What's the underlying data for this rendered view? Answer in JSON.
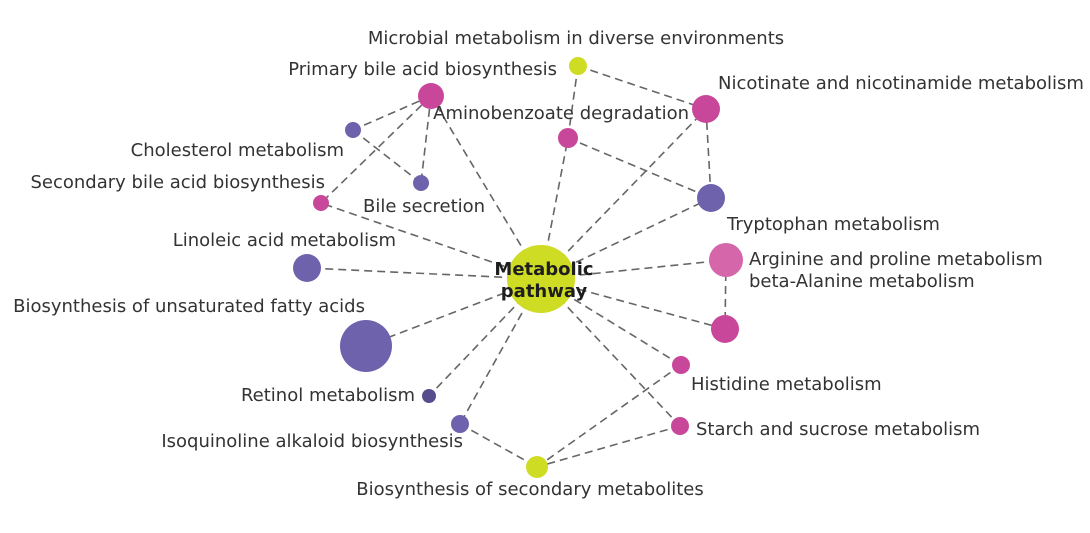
{
  "colors": {
    "yellow": "#cfdc24",
    "magenta": "#c9479b",
    "pink": "#d566aa",
    "purple": "#6e62ad",
    "darkpurple": "#574c8e",
    "edge": "#666666"
  },
  "center": {
    "id": "center",
    "label_lines": [
      "Metabolic",
      "pathway"
    ],
    "color": "yellow"
  },
  "nodes": [
    {
      "id": "microbial",
      "label": "Microbial metabolism in diverse environments",
      "color": "yellow"
    },
    {
      "id": "primary_bile",
      "label": "Primary bile acid biosynthesis",
      "color": "magenta"
    },
    {
      "id": "nicotinate",
      "label": "Nicotinate and nicotinamide metabolism",
      "color": "magenta"
    },
    {
      "id": "aminobenzoate",
      "label": "Aminobenzoate degradation",
      "color": "magenta"
    },
    {
      "id": "cholesterol",
      "label": "Cholesterol metabolism",
      "color": "purple"
    },
    {
      "id": "secondary_bile",
      "label": "Secondary bile acid biosynthesis",
      "color": "magenta"
    },
    {
      "id": "bile_secretion",
      "label": "Bile secretion",
      "color": "purple"
    },
    {
      "id": "tryptophan",
      "label": "Tryptophan metabolism",
      "color": "purple"
    },
    {
      "id": "linoleic",
      "label": "Linoleic acid metabolism",
      "color": "purple"
    },
    {
      "id": "arginine",
      "label": "Arginine and proline metabolism",
      "color": "pink"
    },
    {
      "id": "beta_alanine",
      "label": "beta-Alanine metabolism",
      "color": "magenta"
    },
    {
      "id": "unsaturated",
      "label": "Biosynthesis of unsaturated fatty acids",
      "color": "purple"
    },
    {
      "id": "retinol",
      "label": "Retinol metabolism",
      "color": "darkpurple"
    },
    {
      "id": "histidine",
      "label": "Histidine metabolism",
      "color": "magenta"
    },
    {
      "id": "isoquinoline",
      "label": "Isoquinoline alkaloid biosynthesis",
      "color": "purple"
    },
    {
      "id": "starch",
      "label": "Starch and sucrose metabolism",
      "color": "magenta"
    },
    {
      "id": "secondary_metabolites",
      "label": "Biosynthesis of secondary metabolites",
      "color": "yellow"
    }
  ],
  "edges": [
    [
      "center",
      "primary_bile"
    ],
    [
      "center",
      "aminobenzoate"
    ],
    [
      "center",
      "nicotinate"
    ],
    [
      "center",
      "tryptophan"
    ],
    [
      "center",
      "arginine"
    ],
    [
      "center",
      "beta_alanine"
    ],
    [
      "center",
      "histidine"
    ],
    [
      "center",
      "starch"
    ],
    [
      "center",
      "isoquinoline"
    ],
    [
      "center",
      "retinol"
    ],
    [
      "center",
      "unsaturated"
    ],
    [
      "center",
      "linoleic"
    ],
    [
      "center",
      "secondary_bile"
    ],
    [
      "primary_bile",
      "cholesterol"
    ],
    [
      "primary_bile",
      "secondary_bile"
    ],
    [
      "primary_bile",
      "bile_secretion"
    ],
    [
      "cholesterol",
      "bile_secretion"
    ],
    [
      "microbial",
      "aminobenzoate"
    ],
    [
      "microbial",
      "nicotinate"
    ],
    [
      "nicotinate",
      "tryptophan"
    ],
    [
      "aminobenzoate",
      "tryptophan"
    ],
    [
      "arginine",
      "beta_alanine"
    ],
    [
      "isoquinoline",
      "secondary_metabolites"
    ],
    [
      "histidine",
      "secondary_metabolites"
    ],
    [
      "starch",
      "secondary_metabolites"
    ]
  ]
}
